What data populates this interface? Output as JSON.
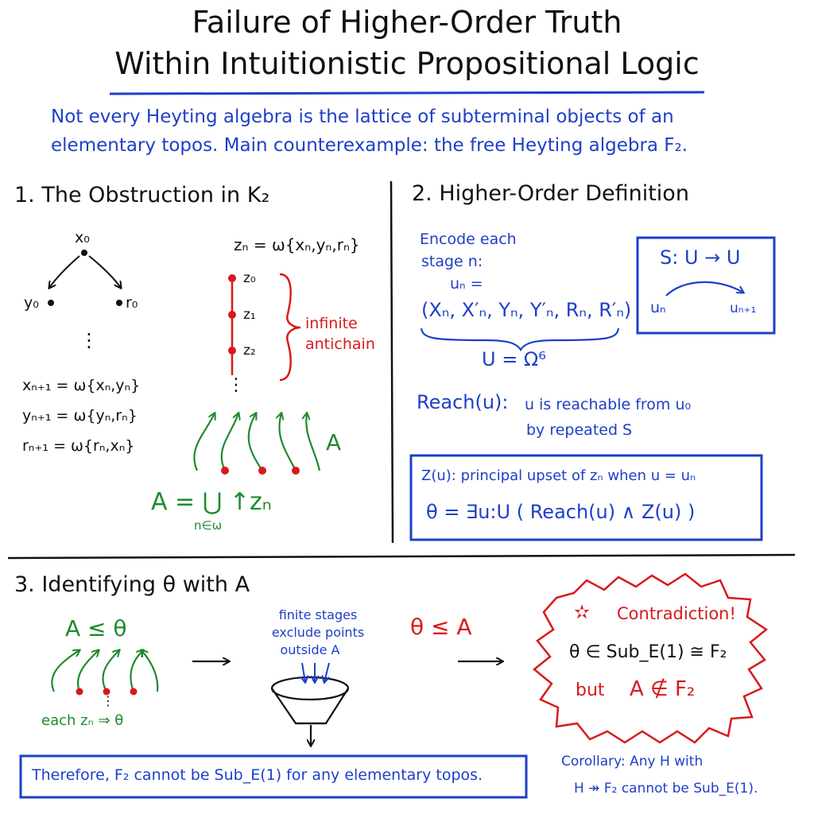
{
  "title": {
    "line1": "Failure of Higher-Order Truth",
    "line2": "Within Intuitionistic Propositional Logic"
  },
  "intro": {
    "line1": "Not every Heyting algebra is the lattice of subterminal objects of an",
    "line2": "elementary topos. Main counterexample: the free Heyting algebra F₂."
  },
  "section1": {
    "heading": "1. The Obstruction in K₂",
    "node_x0": "x₀",
    "node_y0": "y₀",
    "node_r0": "r₀",
    "vdots": "⋮",
    "eq_x": "xₙ₊₁ = ω{xₙ,yₙ}",
    "eq_y": "yₙ₊₁ = ω{yₙ,rₙ}",
    "eq_r": "rₙ₊₁ = ω{rₙ,xₙ}",
    "zn_def": "zₙ = ω{xₙ,yₙ,rₙ}",
    "z0": "z₀",
    "z1": "z₁",
    "z2": "z₂",
    "antichain_1": "infinite",
    "antichain_2": "antichain",
    "A_label": "A",
    "A_def": "A = ⋃ ↑zₙ",
    "A_sub": "n∈ω"
  },
  "section2": {
    "heading": "2. Higher-Order Definition",
    "encode_1": "Encode each",
    "encode_2": "stage n:",
    "un_eq": "uₙ =",
    "tuple": "(Xₙ, X′ₙ, Yₙ, Y′ₙ, Rₙ, R′ₙ)",
    "U_def": "U = Ω⁶",
    "box_S": "S: U → U",
    "box_un": "uₙ",
    "box_un1": "uₙ₊₁",
    "reach_term": "Reach(u):",
    "reach_desc_1": "u is reachable from u₀",
    "reach_desc_2": "by repeated S",
    "z_def": "Z(u): principal upset of zₙ when u = uₙ",
    "theta_def": "θ = ∃u:U ( Reach(u) ∧ Z(u) )"
  },
  "section3": {
    "heading": "3. Identifying θ with A",
    "A_le_theta": "A ≤ θ",
    "each_zn": "each zₙ ⇒ θ",
    "finite_1": "finite stages",
    "finite_2": "exclude points",
    "finite_3": "outside A",
    "theta_le_A": "θ ≤ A",
    "contradiction": "Contradiction!",
    "star": "✫",
    "theta_in": "θ ∈ Sub_E(1) ≅ F₂",
    "but": "but",
    "A_notin": "A ∉ F₂",
    "therefore": "Therefore, F₂ cannot be Sub_E(1) for any elementary topos.",
    "corollary_1": "Corollary: Any H with",
    "corollary_2": "H ↠ F₂ cannot be Sub_E(1)."
  },
  "colors": {
    "ink": "#111111",
    "blue": "#1e3fc8",
    "green": "#1e8a2e",
    "red": "#d9191c"
  }
}
